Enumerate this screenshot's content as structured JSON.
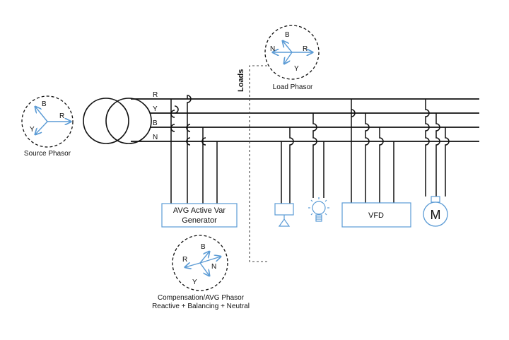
{
  "colors": {
    "line": "#111111",
    "accent": "#5b9bd5",
    "dash": "#444444"
  },
  "bus": {
    "r": "R",
    "y": "Y",
    "b": "B",
    "n": "N"
  },
  "loads_label": "Loads",
  "source_phasor": {
    "caption": "Source Phasor",
    "b": "B",
    "r": "R",
    "y": "Y"
  },
  "load_phasor": {
    "caption": "Load Phasor",
    "b": "B",
    "n": "N",
    "r": "R",
    "y": "Y"
  },
  "comp_phasor": {
    "caption_line1": "Compensation/AVG Phasor",
    "caption_line2": "Reactive + Balancing + Neutral",
    "b": "B",
    "r": "R",
    "n": "N",
    "y": "Y"
  },
  "avg_box": {
    "line1": "AVG Active Var",
    "line2": "Generator"
  },
  "vfd_box": {
    "label": "VFD"
  },
  "motor": {
    "label": "M"
  },
  "icons": [
    "transformer-icon",
    "capacitor-icon",
    "lamp-icon",
    "motor-icon"
  ]
}
